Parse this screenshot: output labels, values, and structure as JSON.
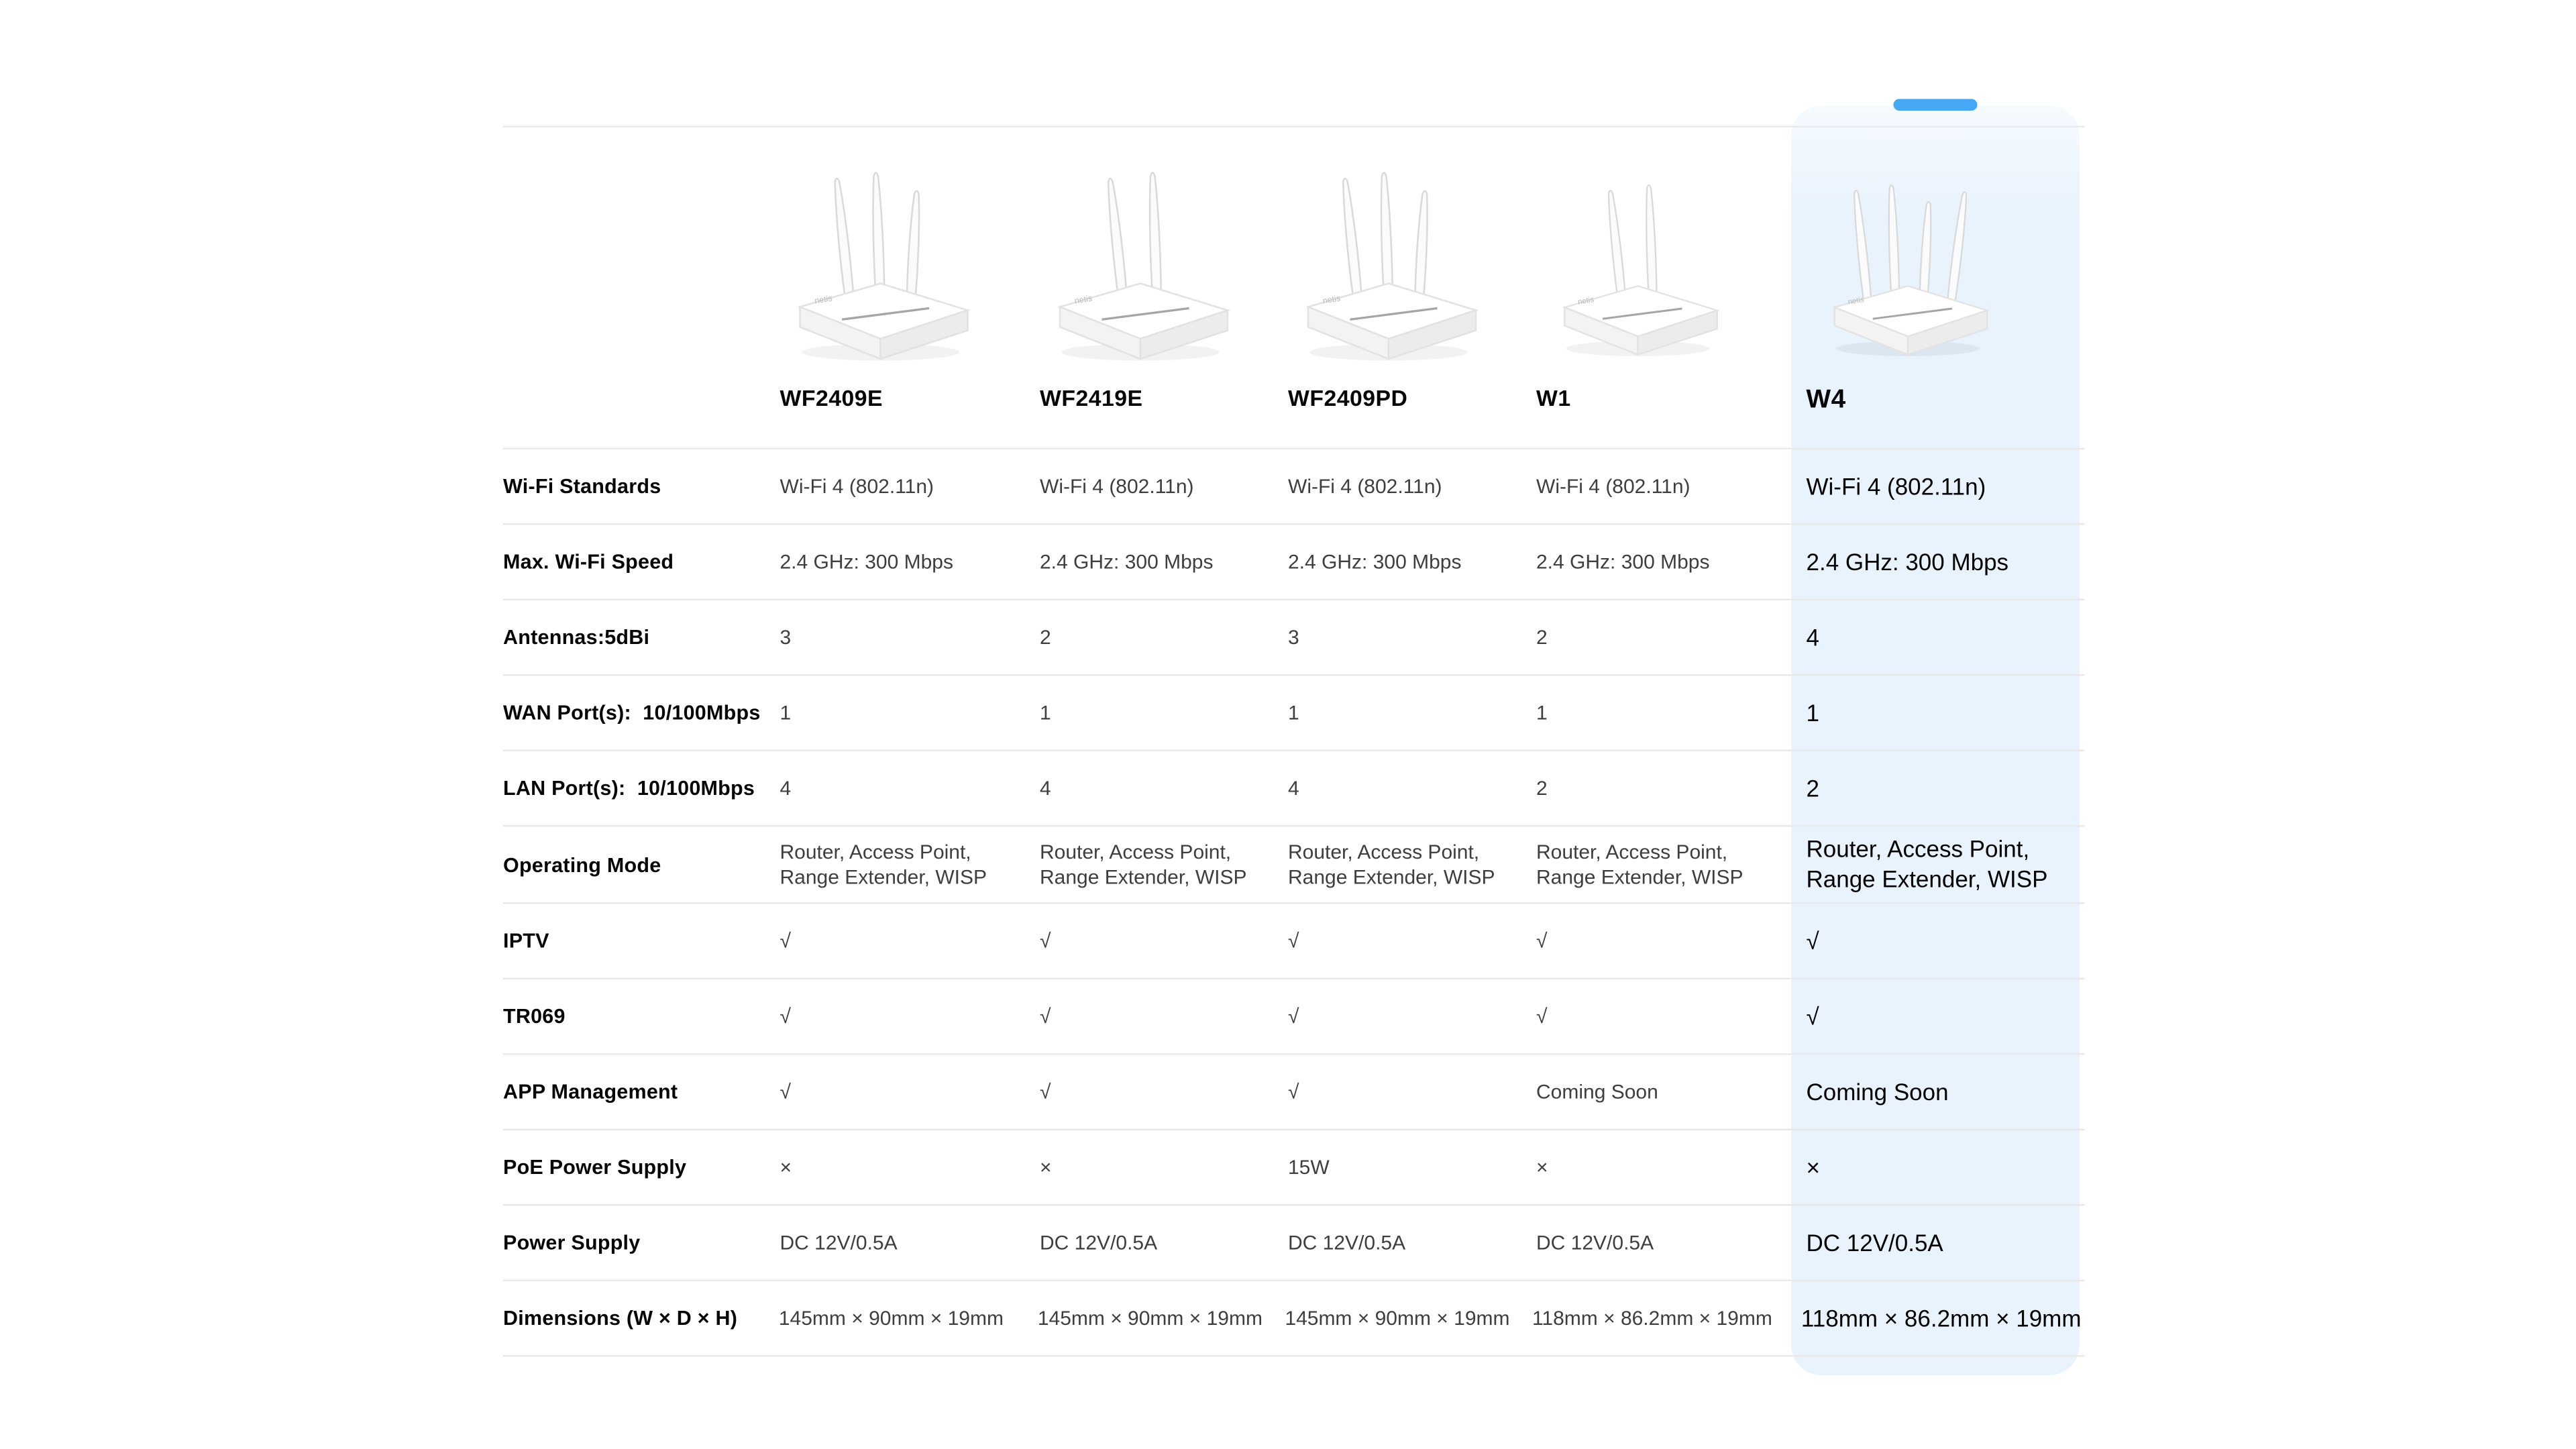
{
  "page": {
    "background": "#ffffff"
  },
  "colors": {
    "accent": "#44A8F7",
    "highlight_bg": "#E8F3FD",
    "grid_line": "#E9E9E9",
    "label_text": "#060606",
    "value_text": "#3E3E3E",
    "highlight_text": "#000000"
  },
  "table": {
    "row_labels": [
      {
        "label": "Wi-Fi Standards"
      },
      {
        "label": "Max. Wi-Fi Speed"
      },
      {
        "label": "Antennas:5dBi"
      },
      {
        "label": "WAN Port(s):  10/100Mbps"
      },
      {
        "label": "LAN Port(s):  10/100Mbps"
      },
      {
        "label": "Operating Mode",
        "wrap": true
      },
      {
        "label": "IPTV"
      },
      {
        "label": "TR069"
      },
      {
        "label": "APP Management"
      },
      {
        "label": "PoE Power Supply"
      },
      {
        "label": "Power Supply"
      },
      {
        "label": "Dimensions (W × D × H)"
      }
    ],
    "products": [
      {
        "name": "WF2409E",
        "highlighted": false,
        "image": {
          "icon": "router-3-antennas",
          "antennas": 3
        },
        "values": [
          "Wi-Fi 4 (802.11n)",
          "2.4 GHz: 300 Mbps",
          "3",
          "1",
          "4",
          "Router, Access Point, Range Extender, WISP",
          "√",
          "√",
          "√",
          "×",
          "DC 12V/0.5A",
          "145mm × 90mm × 19mm"
        ]
      },
      {
        "name": "WF2419E",
        "highlighted": false,
        "image": {
          "icon": "router-2-antennas",
          "antennas": 2
        },
        "values": [
          "Wi-Fi 4 (802.11n)",
          "2.4 GHz: 300 Mbps",
          "2",
          "1",
          "4",
          "Router, Access Point, Range Extender, WISP",
          "√",
          "√",
          "√",
          "×",
          "DC 12V/0.5A",
          "145mm × 90mm × 19mm"
        ]
      },
      {
        "name": "WF2409PD",
        "highlighted": false,
        "image": {
          "icon": "router-3-antennas",
          "antennas": 3
        },
        "values": [
          "Wi-Fi 4 (802.11n)",
          "2.4 GHz: 300 Mbps",
          "3",
          "1",
          "4",
          "Router, Access Point, Range Extender, WISP",
          "√",
          "√",
          "√",
          "15W",
          "DC 12V/0.5A",
          "145mm × 90mm × 19mm"
        ]
      },
      {
        "name": "W1",
        "highlighted": false,
        "image": {
          "icon": "router-2-antennas",
          "antennas": 2
        },
        "values": [
          "Wi-Fi 4 (802.11n)",
          "2.4 GHz: 300 Mbps",
          "2",
          "1",
          "2",
          "Router, Access Point, Range Extender, WISP",
          "√",
          "√",
          "Coming Soon",
          "×",
          "DC 12V/0.5A",
          "118mm × 86.2mm × 19mm"
        ]
      },
      {
        "name": "W4",
        "highlighted": true,
        "image": {
          "icon": "router-4-antennas",
          "antennas": 4
        },
        "values": [
          "Wi-Fi 4 (802.11n)",
          "2.4 GHz: 300 Mbps",
          "4",
          "1",
          "2",
          "Router, Access Point, Range Extender, WISP",
          "√",
          "√",
          "Coming Soon",
          "×",
          "DC 12V/0.5A",
          "118mm × 86.2mm × 19mm"
        ]
      }
    ]
  }
}
